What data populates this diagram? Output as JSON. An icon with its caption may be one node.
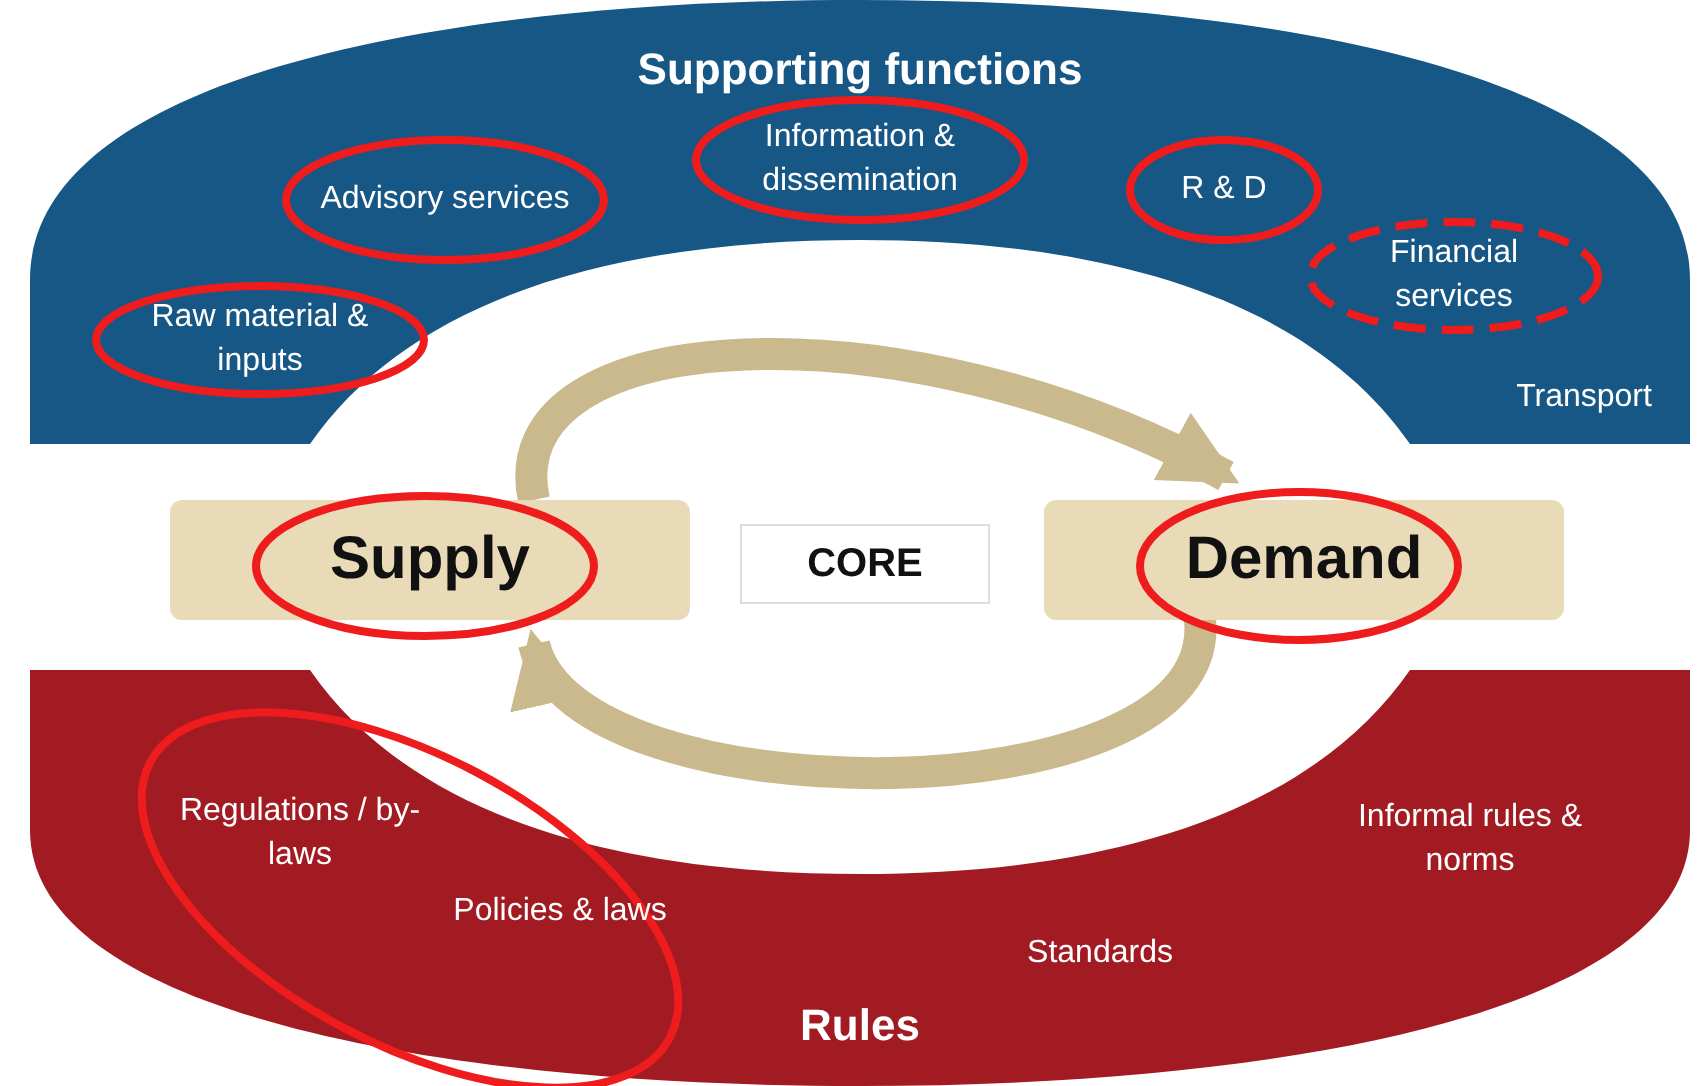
{
  "diagram": {
    "nodes": [
      {
        "text": [
          "Supporting functions"
        ]
      },
      {
        "text": [
          "Raw material & inputs"
        ],
        "in": 0
      },
      {
        "text": [
          "Advisory services"
        ],
        "in": 0
      },
      {
        "text": [
          "Information & dissemination"
        ],
        "in": 0
      },
      {
        "text": [
          "R & D"
        ],
        "in": 0
      },
      {
        "text": [
          "Financial services"
        ],
        "in": 0
      },
      {
        "text": [
          "Supply"
        ]
      },
      {
        "text": [
          "CORE"
        ]
      },
      {
        "text": [
          "Demand"
        ]
      },
      {
        "text": [
          "Rules"
        ]
      },
      {
        "text": [
          "Regulations / by-laws",
          "Policies & laws"
        ],
        "in": 9
      }
    ],
    "edges": [
      {
        "from": 6,
        "to": 8,
        "arrow": "to"
      },
      {
        "from": 8,
        "to": 6,
        "arrow": "to"
      }
    ],
    "labels": [
      "Transport",
      "Informal rules & norms",
      "Standards"
    ]
  }
}
